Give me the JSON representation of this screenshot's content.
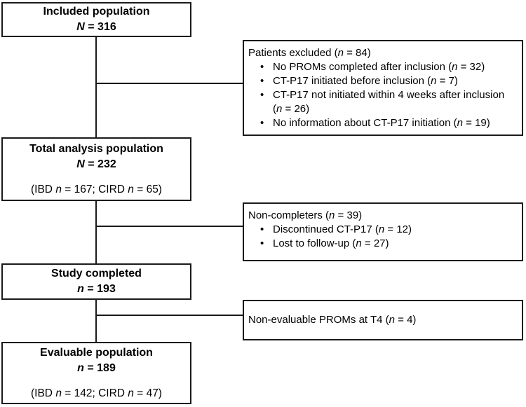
{
  "colors": {
    "background": "#ffffff",
    "box_border": "#1a1a1a",
    "connector": "#1a1a1a",
    "text": "#000000"
  },
  "flowchart": {
    "left_boxes": [
      {
        "name": "included-population",
        "lines": [
          {
            "bold": true,
            "segments": [
              {
                "text": "Included population"
              }
            ]
          },
          {
            "bold": true,
            "segments": [
              {
                "text": "N",
                "italic": true
              },
              {
                "text": " = 316"
              }
            ]
          }
        ]
      },
      {
        "name": "total-analysis-population",
        "lines": [
          {
            "bold": true,
            "segments": [
              {
                "text": "Total analysis population"
              }
            ]
          },
          {
            "bold": true,
            "segments": [
              {
                "text": "N",
                "italic": true
              },
              {
                "text": " = 232"
              }
            ]
          },
          {
            "spacer": true
          },
          {
            "segments": [
              {
                "text": "(IBD "
              },
              {
                "text": "n",
                "italic": true
              },
              {
                "text": " = 167; CIRD "
              },
              {
                "text": "n",
                "italic": true
              },
              {
                "text": " = 65)"
              }
            ]
          }
        ]
      },
      {
        "name": "study-completed",
        "lines": [
          {
            "bold": true,
            "segments": [
              {
                "text": "Study completed"
              }
            ]
          },
          {
            "bold": true,
            "segments": [
              {
                "text": "n",
                "italic": true
              },
              {
                "text": " = 193"
              }
            ]
          }
        ]
      },
      {
        "name": "evaluable-population",
        "lines": [
          {
            "bold": true,
            "segments": [
              {
                "text": "Evaluable population"
              }
            ]
          },
          {
            "bold": true,
            "segments": [
              {
                "text": "n",
                "italic": true
              },
              {
                "text": " = 189"
              }
            ]
          },
          {
            "spacer": true
          },
          {
            "segments": [
              {
                "text": "(IBD "
              },
              {
                "text": "n",
                "italic": true
              },
              {
                "text": " = 142; CIRD "
              },
              {
                "text": "n",
                "italic": true
              },
              {
                "text": " = 47)"
              }
            ]
          }
        ]
      }
    ],
    "right_boxes": [
      {
        "name": "patients-excluded",
        "header": [
          {
            "text": "Patients excluded ("
          },
          {
            "text": "n",
            "italic": true
          },
          {
            "text": " = 84)"
          }
        ],
        "bullets": [
          [
            {
              "text": "No PROMs completed after inclusion ("
            },
            {
              "text": "n",
              "italic": true
            },
            {
              "text": " = 32)"
            }
          ],
          [
            {
              "text": "CT-P17 initiated before inclusion ("
            },
            {
              "text": "n",
              "italic": true
            },
            {
              "text": " = 7)"
            }
          ],
          [
            {
              "text": "CT-P17 not initiated within 4 weeks after inclusion ("
            },
            {
              "text": "n",
              "italic": true
            },
            {
              "text": " = 26)"
            }
          ],
          [
            {
              "text": "No information about CT-P17 initiation ("
            },
            {
              "text": "n",
              "italic": true
            },
            {
              "text": " = 19)"
            }
          ]
        ]
      },
      {
        "name": "non-completers",
        "header": [
          {
            "text": "Non-completers ("
          },
          {
            "text": "n",
            "italic": true
          },
          {
            "text": " = 39)"
          }
        ],
        "bullets": [
          [
            {
              "text": "Discontinued CT-P17 ("
            },
            {
              "text": "n",
              "italic": true
            },
            {
              "text": " = 12)"
            }
          ],
          [
            {
              "text": "Lost to follow-up ("
            },
            {
              "text": "n",
              "italic": true
            },
            {
              "text": " = 27)"
            }
          ]
        ]
      },
      {
        "name": "non-evaluable-proms-at-t4",
        "header": [
          {
            "text": "Non-evaluable PROMs at T4 ("
          },
          {
            "text": "n",
            "italic": true
          },
          {
            "text": " = 4)"
          }
        ],
        "bullets": []
      }
    ]
  }
}
